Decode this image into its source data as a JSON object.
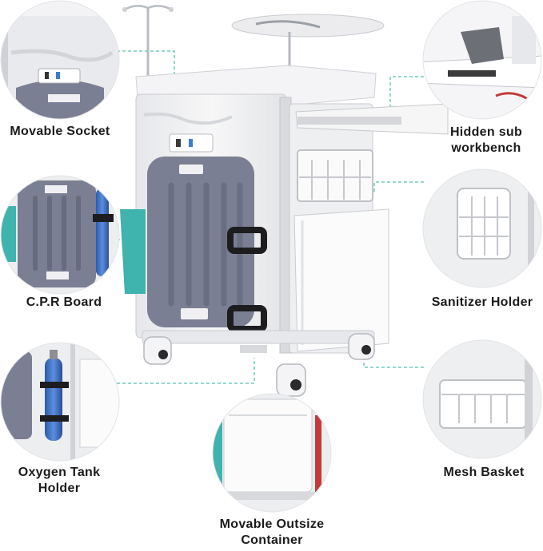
{
  "features": {
    "movable_socket": "Movable Socket",
    "hidden_sub_workbench_line1": "Hidden sub",
    "hidden_sub_workbench_line2": "workbench",
    "cpr_board": "C.P.R Board",
    "sanitizer_holder": "Sanitizer Holder",
    "oxygen_tank_holder_line1": "Oxygen Tank",
    "oxygen_tank_holder_line2": "Holder",
    "mesh_basket": "Mesh Basket",
    "movable_outsize_container_line1": "Movable Outsize",
    "movable_outsize_container_line2": "Container"
  },
  "colors": {
    "leader_line": "#55c2b0",
    "cart_body": "#f1f1f3",
    "cpr_board": "#7b7f93",
    "teal_bin": "#3fb3ad",
    "oxygen_tank": "#3f6fc4",
    "strap": "#1d1d1f"
  }
}
